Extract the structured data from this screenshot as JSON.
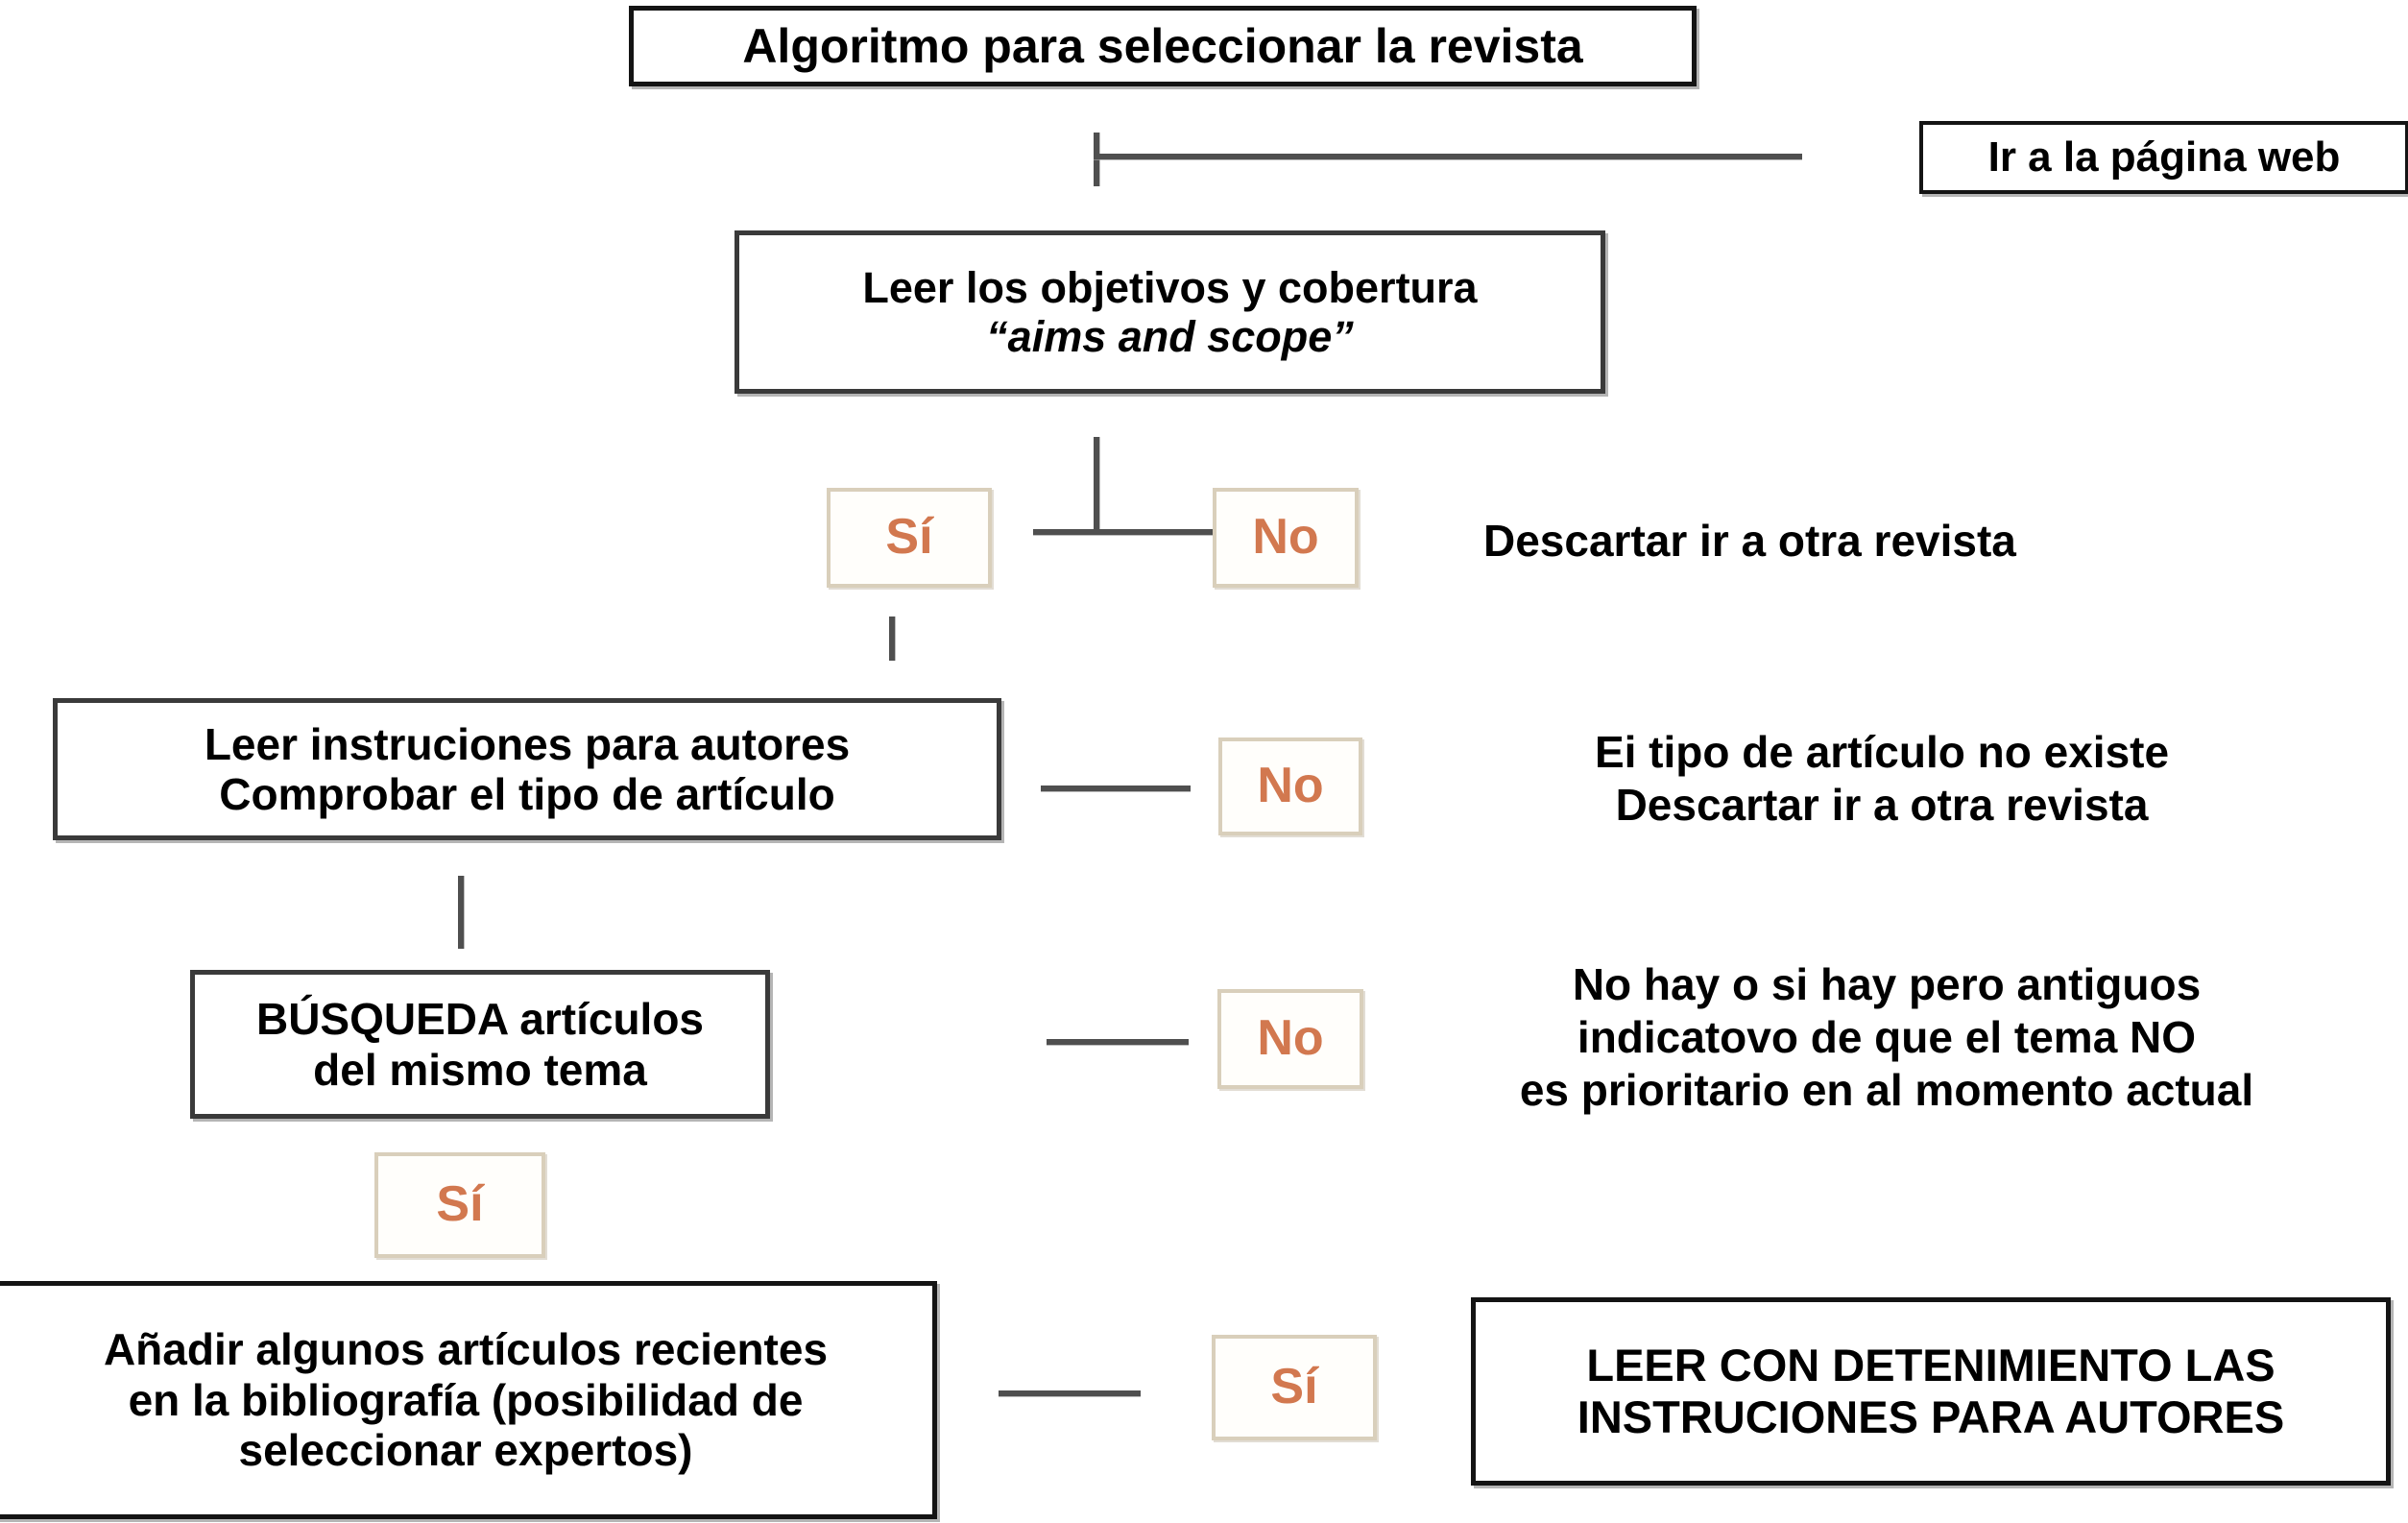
{
  "diagram": {
    "title": "Algoritmo para seleccionar la revista",
    "accent_color": "#d2784f",
    "box_border_color": "#141414",
    "decision_border_color": "#d9cfbb",
    "connector_color": "#4f4f4f"
  },
  "nodes": {
    "title_box": {
      "label": "Algoritmo para seleccionar la revista"
    },
    "web_page_box": {
      "label": "Ir a la página web"
    },
    "aims_scope_box": {
      "line1": "Leer los objetivos y cobertura",
      "line2": "“aims and scope”"
    },
    "decision_1_yes": {
      "label": "Sí"
    },
    "decision_1_no": {
      "label": "No"
    },
    "discard_1": {
      "line1": "Descartar ir a otra revista"
    },
    "instructions_box": {
      "line1": "Leer instruciones para autores",
      "line2": "Comprobar el tipo de artículo"
    },
    "decision_2_no": {
      "label": "No"
    },
    "discard_2": {
      "line1": "Ei tipo de artículo no existe",
      "line2": "Descartar ir a otra revista"
    },
    "search_box": {
      "line1": "BÚSQUEDA artículos",
      "line2": "del mismo tema"
    },
    "decision_3_no": {
      "label": "No"
    },
    "discard_3": {
      "line1": "No hay o si hay pero antiguos",
      "line2": "indicatovo de que el tema NO",
      "line3": "es prioritario en al momento actual"
    },
    "decision_3_yes": {
      "label": "Sí"
    },
    "add_refs_box": {
      "line1": "Añadir algunos artículos recientes",
      "line2": "en la bibliografía (posibilidad de",
      "line3": "seleccionar expertos)"
    },
    "decision_4_yes": {
      "label": "Sí"
    },
    "read_instructions_box": {
      "line1": "LEER CON DETENIMIENTO LAS",
      "line2": "INSTRUCIONES PARA AUTORES"
    }
  }
}
